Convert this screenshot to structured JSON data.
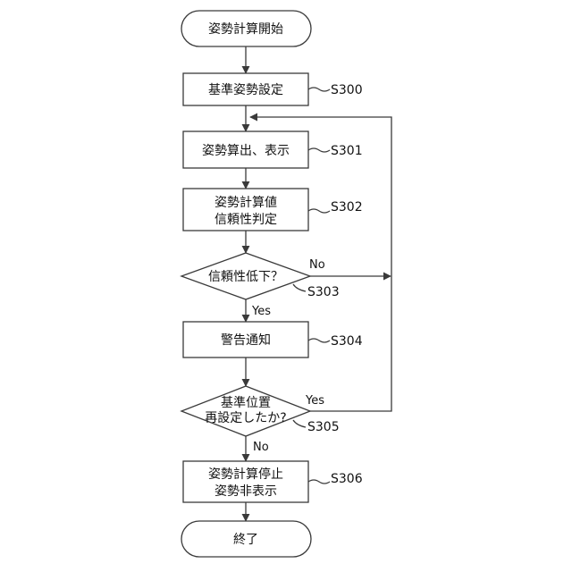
{
  "flowchart": {
    "start": {
      "text": "姿勢計算開始"
    },
    "s300": {
      "text": "基準姿勢設定",
      "label": "S300"
    },
    "s301": {
      "text": "姿勢算出、表示",
      "label": "S301"
    },
    "s302": {
      "line1": "姿勢計算値",
      "line2": "信頼性判定",
      "label": "S302"
    },
    "s303": {
      "text": "信頼性低下？",
      "label": "S303",
      "yes": "Yes",
      "no": "No"
    },
    "s304": {
      "text": "警告通知",
      "label": "S304"
    },
    "s305": {
      "line1": "基準位置",
      "line2": "再設定したか?",
      "label": "S305",
      "yes": "Yes",
      "no": "No"
    },
    "s306": {
      "line1": "姿勢計算停止",
      "line2": "姿勢非表示",
      "label": "S306"
    },
    "end": {
      "text": "終了"
    }
  }
}
